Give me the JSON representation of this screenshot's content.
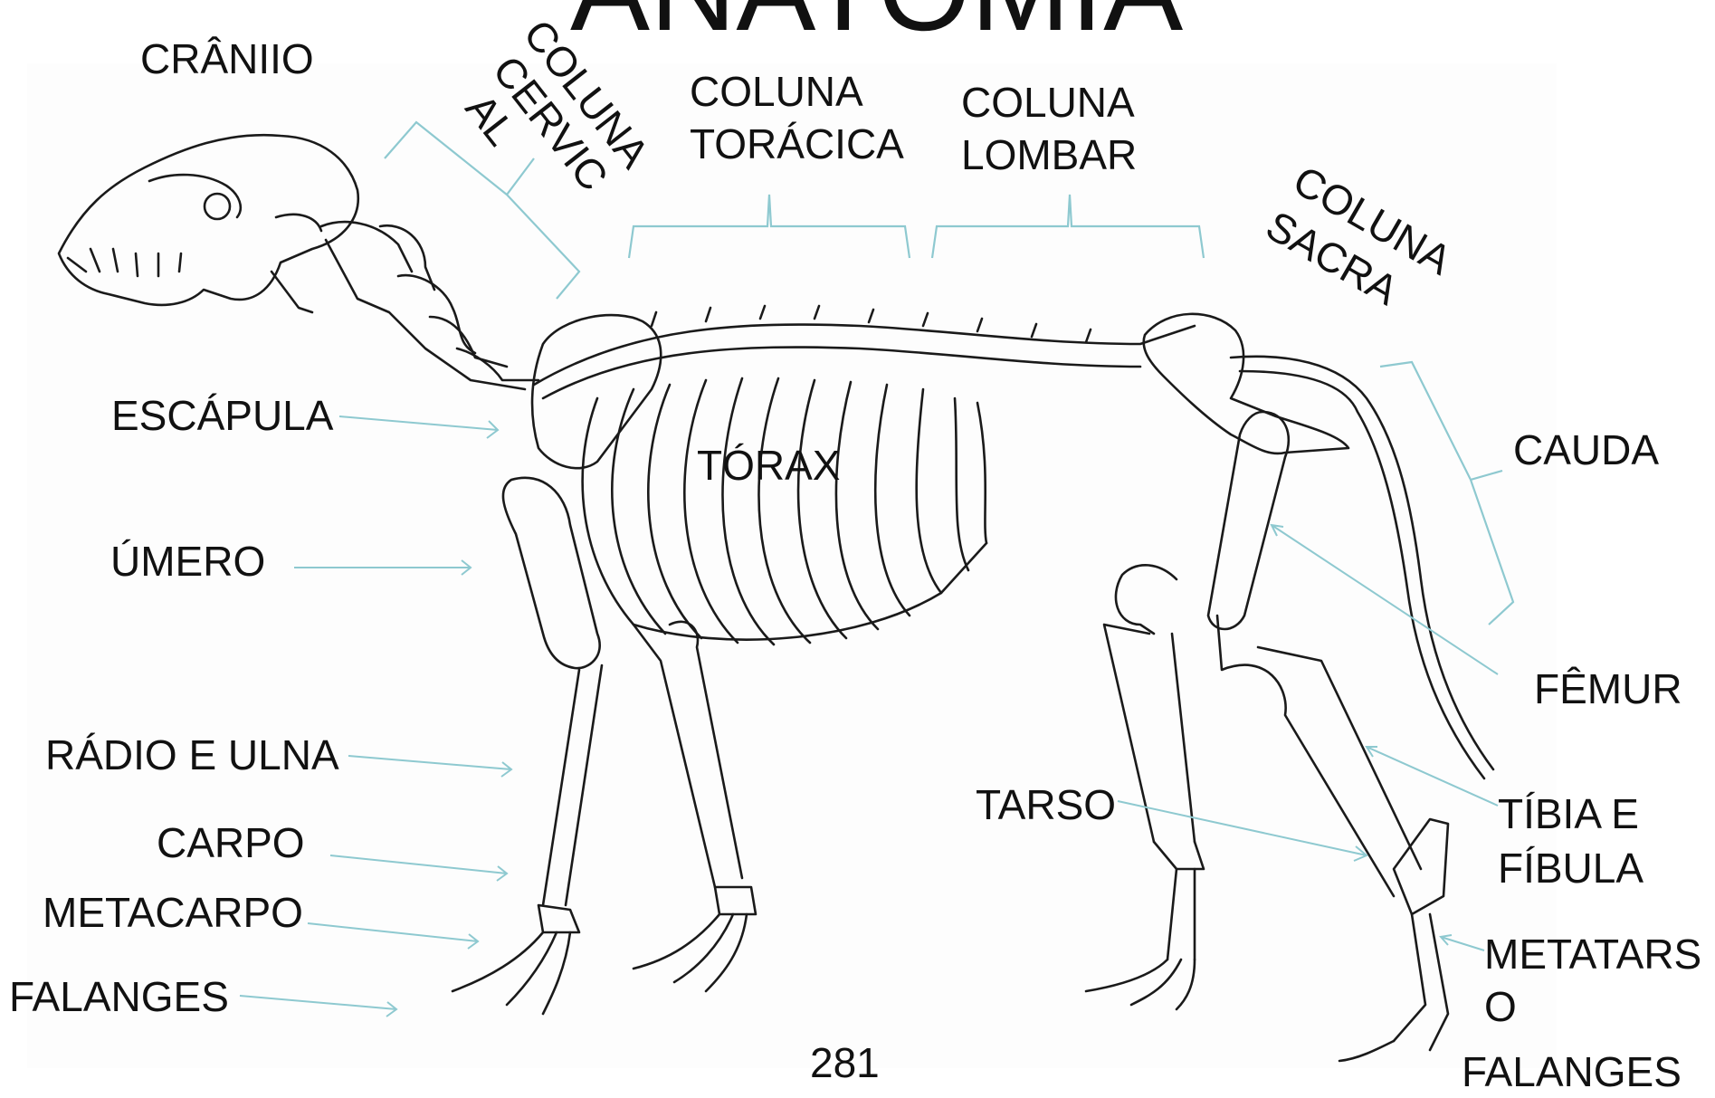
{
  "slide": {
    "title": "ANATOMIA",
    "page_number": "281",
    "leader_color": "#8ec9d0",
    "bone_color": "#1a1a1a"
  },
  "labels": {
    "cranio": "CRÂNIIO",
    "coluna_cervical": [
      "COLUNA",
      "CERVIC",
      "AL"
    ],
    "coluna_toracica": [
      "COLUNA",
      "TORÁCICA"
    ],
    "coluna_lombar": [
      "COLUNA",
      "LOMBAR"
    ],
    "coluna_sacra": [
      "COLUNA",
      "SACRA"
    ],
    "escapula": "ESCÁPULA",
    "torax": "TÓRAX",
    "umero": "ÚMERO",
    "cauda": "CAUDA",
    "femur": "FÊMUR",
    "radio_ulna": "RÁDIO E ULNA",
    "tarso": "TARSO",
    "tibia_fibula": [
      "TÍBIA E",
      "FÍBULA"
    ],
    "carpo": "CARPO",
    "metacarpo": "METACARPO",
    "metatarso": [
      "METATARS",
      "O"
    ],
    "falanges_front": "FALANGES",
    "falanges_hind": "FALANGES"
  }
}
